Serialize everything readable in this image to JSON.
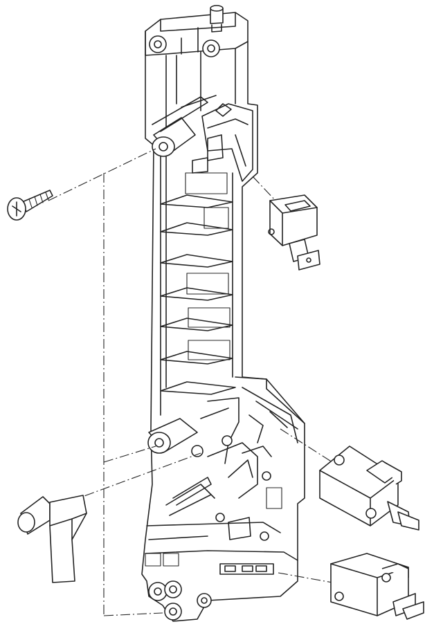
{
  "diagram": {
    "type": "exploded-assembly-line-drawing",
    "line_color": "#222222",
    "background_color": "#ffffff",
    "parts": [
      {
        "id": "latch-bracket",
        "icon": "bracket-shape"
      },
      {
        "id": "mounting-screw",
        "icon": "screw-shape"
      },
      {
        "id": "micro-switch-top",
        "icon": "micro-switch-shape"
      },
      {
        "id": "micro-switch-middle",
        "icon": "micro-switch-shape"
      },
      {
        "id": "micro-switch-bottom",
        "icon": "micro-switch-shape"
      },
      {
        "id": "lever-arm",
        "icon": "lever-shape"
      }
    ]
  }
}
